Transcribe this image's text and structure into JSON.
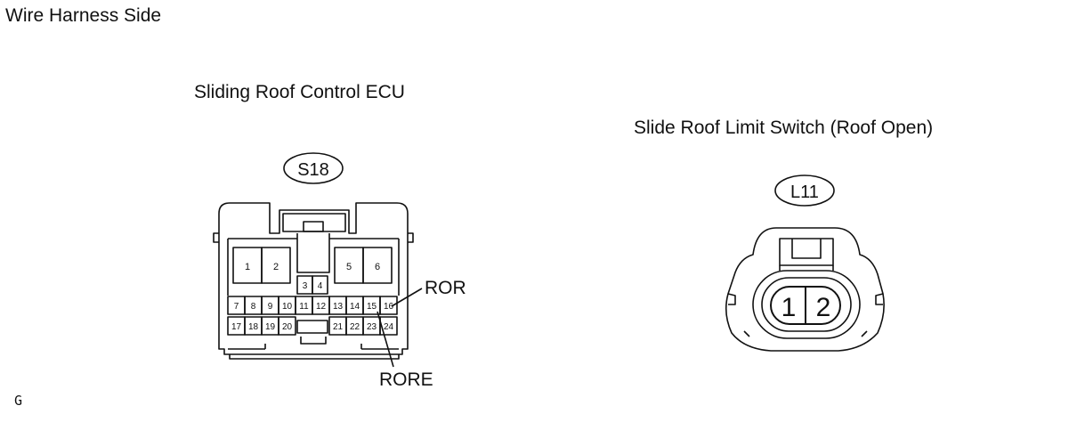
{
  "title": "Wire Harness Side",
  "figure_mark": "G",
  "ecu": {
    "name": "Sliding Roof Control ECU",
    "connector_id": "S18",
    "pins": {
      "top": [
        "1",
        "2",
        "5",
        "6"
      ],
      "mid": [
        "3",
        "4"
      ],
      "row1": [
        "7",
        "8",
        "9",
        "10",
        "11",
        "12",
        "13",
        "14",
        "15",
        "16"
      ],
      "row2": [
        "17",
        "18",
        "19",
        "20",
        "21",
        "22",
        "23",
        "24"
      ]
    },
    "callouts": {
      "ror": "ROR",
      "rore": "RORE"
    }
  },
  "switch": {
    "name": "Slide Roof Limit Switch (Roof Open)",
    "connector_id": "L11",
    "pins": [
      "1",
      "2"
    ]
  },
  "colors": {
    "line": "#111111",
    "background": "#ffffff"
  }
}
